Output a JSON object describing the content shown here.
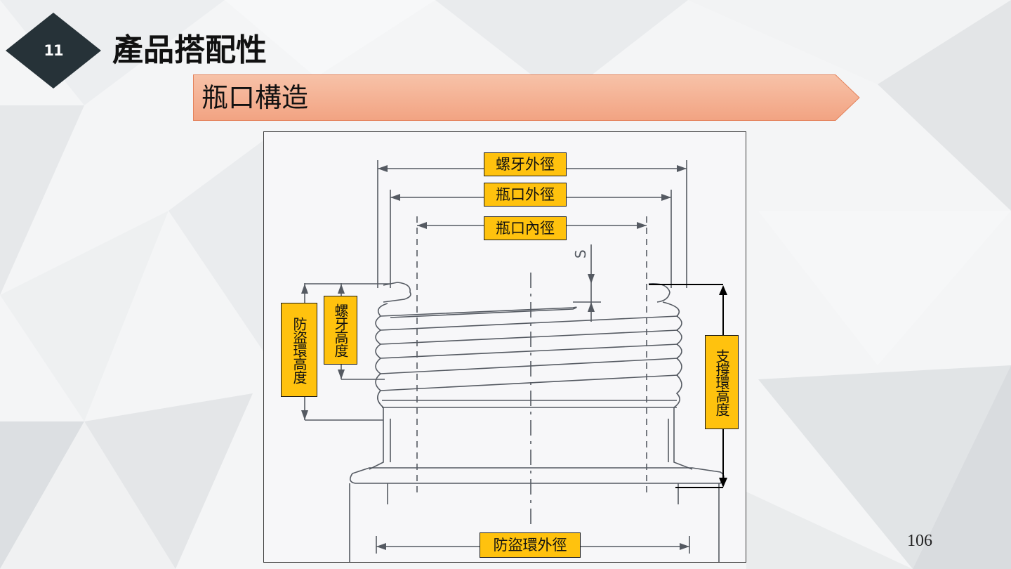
{
  "header": {
    "section_number": "11",
    "title": "產品搭配性",
    "subtitle": "瓶口構造"
  },
  "diagram": {
    "labels": {
      "thread_outer_diameter": "螺牙外徑",
      "bottle_mouth_outer_diameter": "瓶口外徑",
      "bottle_mouth_inner_diameter": "瓶口內徑",
      "tamper_ring_height": "防盜環高度",
      "thread_height": "螺牙高度",
      "support_ring_height": "支撐環高度",
      "tamper_ring_outer_diameter": "防盜環外徑"
    },
    "symbol_s": "S"
  },
  "footer": {
    "page_number": "106"
  },
  "colors": {
    "badge": "#263238",
    "banner_start": "#f5b79d",
    "banner_end": "#f2a584",
    "label_fill": "#ffc20e",
    "background": "#f4f5f6"
  }
}
